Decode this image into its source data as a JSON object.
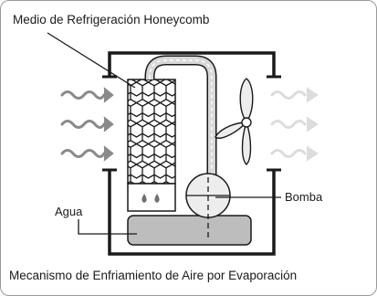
{
  "labels": {
    "cooling_media": "Medio de Refrigeración Honeycomb",
    "water": "Agua",
    "pump": "Bomba"
  },
  "caption": "Mecanismo de Enfriamiento de Aire por Evaporación",
  "colors": {
    "outline": "#1a1a1a",
    "water_fill": "#bdbdbd",
    "pipe_fill": "#d8d8d8",
    "pump_fill": "#ededed",
    "fan_fill": "#ededed",
    "intake_arrows": "#8a8a8a",
    "output_arrows": "#dcdcdc",
    "droplets": "#707070",
    "frame_border": "#9a9a9a"
  },
  "icons": {
    "intake_air": "wavy-arrow-icon",
    "output_air": "wavy-arrow-icon",
    "fan": "fan-icon",
    "pump": "pump-icon",
    "droplets": "water-droplet-icon"
  }
}
